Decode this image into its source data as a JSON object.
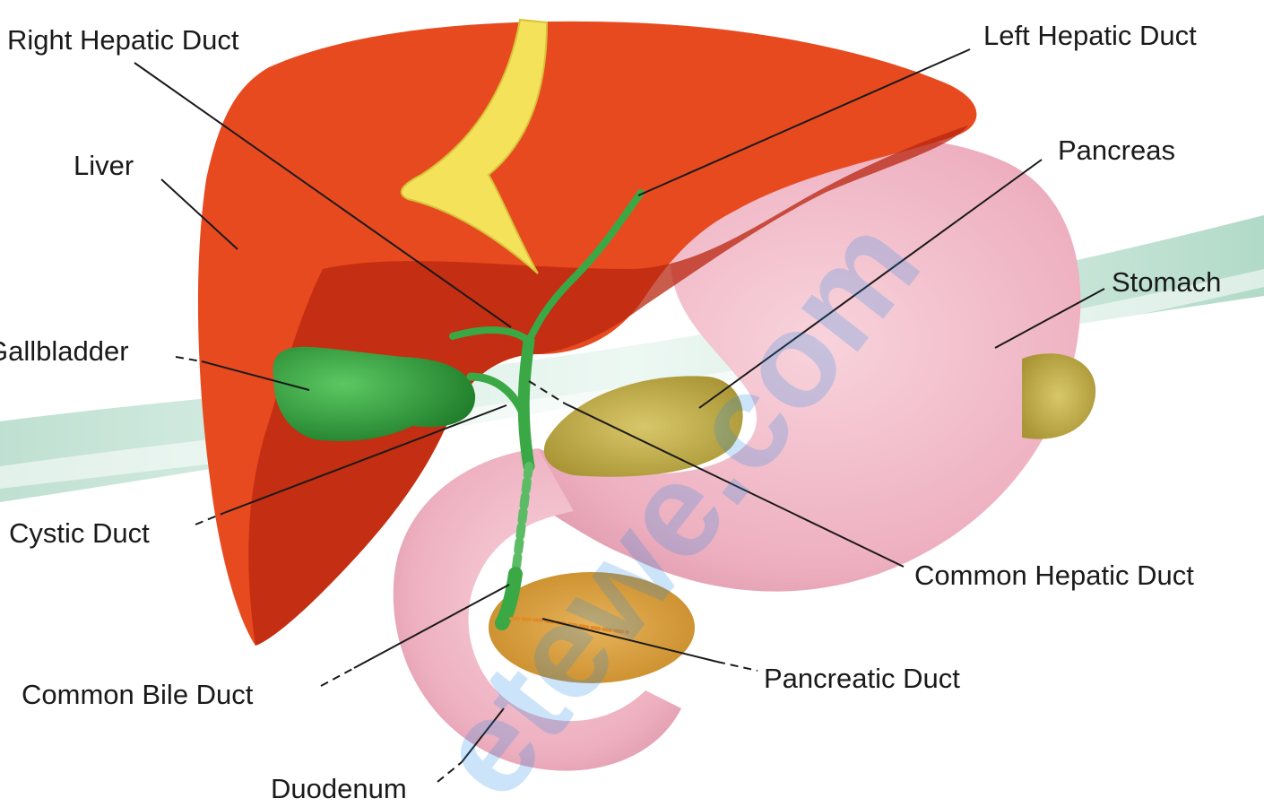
{
  "labels": {
    "right_hepatic_duct": "Right Hepatic Duct",
    "left_hepatic_duct": "Left Hepatic Duct",
    "liver": "Liver",
    "pancreas": "Pancreas",
    "stomach": "Stomach",
    "gallbladder": "Gallbladder",
    "cystic_duct": "Cystic Duct",
    "common_hepatic_duct": "Common Hepatic Duct",
    "common_bile_duct": "Common Bile Duct",
    "pancreatic_duct": "Pancreatic Duct",
    "duodenum": "Duodenum"
  },
  "watermark": "etewe.com",
  "colors": {
    "liver": "#e84a1f",
    "liver_shadow": "#b8260f",
    "stomach": "#f2b8c6",
    "gallbladder": "#2f9e3b",
    "bile_ducts": "#3aa845",
    "pancreas": "#c7b24a",
    "ligament": "#f4e25a",
    "background_band": "#b7dccb",
    "watermark": "#1e88e5"
  }
}
